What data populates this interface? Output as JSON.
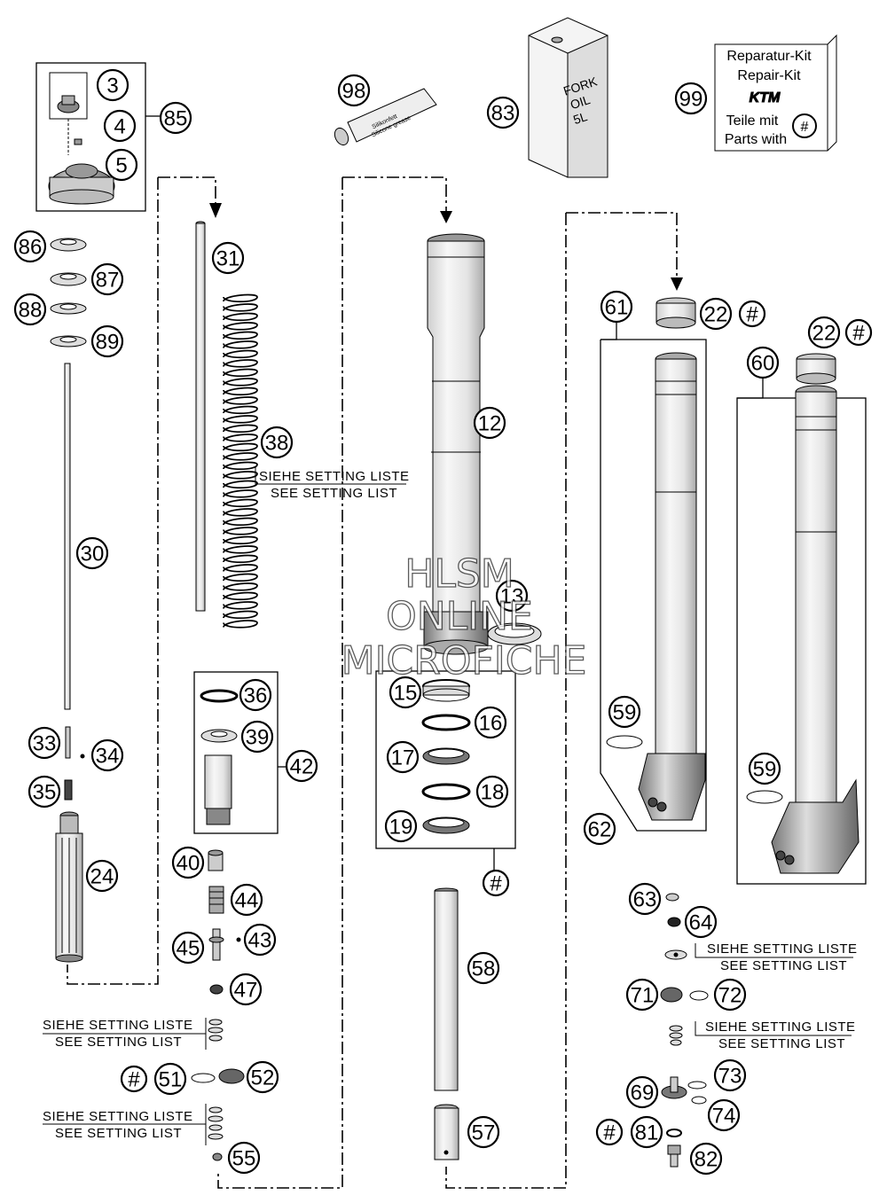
{
  "watermark": {
    "line1": "HLSM",
    "line2": "ONLINE",
    "line3": "MICROFICHE"
  },
  "setting_note": {
    "de": "SIEHE SETTING LISTE",
    "en": "SEE SETTING LIST"
  },
  "fork_oil": {
    "line1": "FORK",
    "line2": "OIL",
    "line3": "5L"
  },
  "grease_tube": {
    "line1": "Silikonfett",
    "line2": "Silicone grease"
  },
  "repair_kit": {
    "line1": "Reparatur-Kit",
    "line2": "Repair-Kit",
    "brand": "KTM",
    "line3": "Teile mit",
    "line4": "Parts with",
    "symbol": "#"
  },
  "callouts": [
    {
      "id": "c3",
      "label": "3"
    },
    {
      "id": "c4",
      "label": "4"
    },
    {
      "id": "c5",
      "label": "5"
    },
    {
      "id": "c85",
      "label": "85"
    },
    {
      "id": "c86",
      "label": "86"
    },
    {
      "id": "c87",
      "label": "87"
    },
    {
      "id": "c88",
      "label": "88"
    },
    {
      "id": "c89",
      "label": "89"
    },
    {
      "id": "c30",
      "label": "30"
    },
    {
      "id": "c33",
      "label": "33"
    },
    {
      "id": "c34",
      "label": "34"
    },
    {
      "id": "c35",
      "label": "35"
    },
    {
      "id": "c24",
      "label": "24"
    },
    {
      "id": "c31",
      "label": "31"
    },
    {
      "id": "c38",
      "label": "38"
    },
    {
      "id": "c36",
      "label": "36"
    },
    {
      "id": "c39",
      "label": "39"
    },
    {
      "id": "c42",
      "label": "42"
    },
    {
      "id": "c40",
      "label": "40"
    },
    {
      "id": "c44",
      "label": "44"
    },
    {
      "id": "c45",
      "label": "45"
    },
    {
      "id": "c43",
      "label": "43"
    },
    {
      "id": "c47",
      "label": "47"
    },
    {
      "id": "c51h",
      "label": "#"
    },
    {
      "id": "c51",
      "label": "51"
    },
    {
      "id": "c52",
      "label": "52"
    },
    {
      "id": "c55",
      "label": "55"
    },
    {
      "id": "c98",
      "label": "98"
    },
    {
      "id": "c83",
      "label": "83"
    },
    {
      "id": "c99",
      "label": "99"
    },
    {
      "id": "c12",
      "label": "12"
    },
    {
      "id": "c13",
      "label": "13"
    },
    {
      "id": "c15",
      "label": "15"
    },
    {
      "id": "c16",
      "label": "16"
    },
    {
      "id": "c17",
      "label": "17"
    },
    {
      "id": "c18",
      "label": "18"
    },
    {
      "id": "c19",
      "label": "19"
    },
    {
      "id": "c19h",
      "label": "#"
    },
    {
      "id": "c58",
      "label": "58"
    },
    {
      "id": "c57",
      "label": "57"
    },
    {
      "id": "c61",
      "label": "61"
    },
    {
      "id": "c22a",
      "label": "22"
    },
    {
      "id": "c22ah",
      "label": "#"
    },
    {
      "id": "c22b",
      "label": "22"
    },
    {
      "id": "c22bh",
      "label": "#"
    },
    {
      "id": "c60",
      "label": "60"
    },
    {
      "id": "c59a",
      "label": "59"
    },
    {
      "id": "c59b",
      "label": "59"
    },
    {
      "id": "c62",
      "label": "62"
    },
    {
      "id": "c63",
      "label": "63"
    },
    {
      "id": "c64",
      "label": "64"
    },
    {
      "id": "c71",
      "label": "71"
    },
    {
      "id": "c72",
      "label": "72"
    },
    {
      "id": "c69",
      "label": "69"
    },
    {
      "id": "c73",
      "label": "73"
    },
    {
      "id": "c74",
      "label": "74"
    },
    {
      "id": "c81h",
      "label": "#"
    },
    {
      "id": "c81",
      "label": "81"
    },
    {
      "id": "c82",
      "label": "82"
    }
  ]
}
